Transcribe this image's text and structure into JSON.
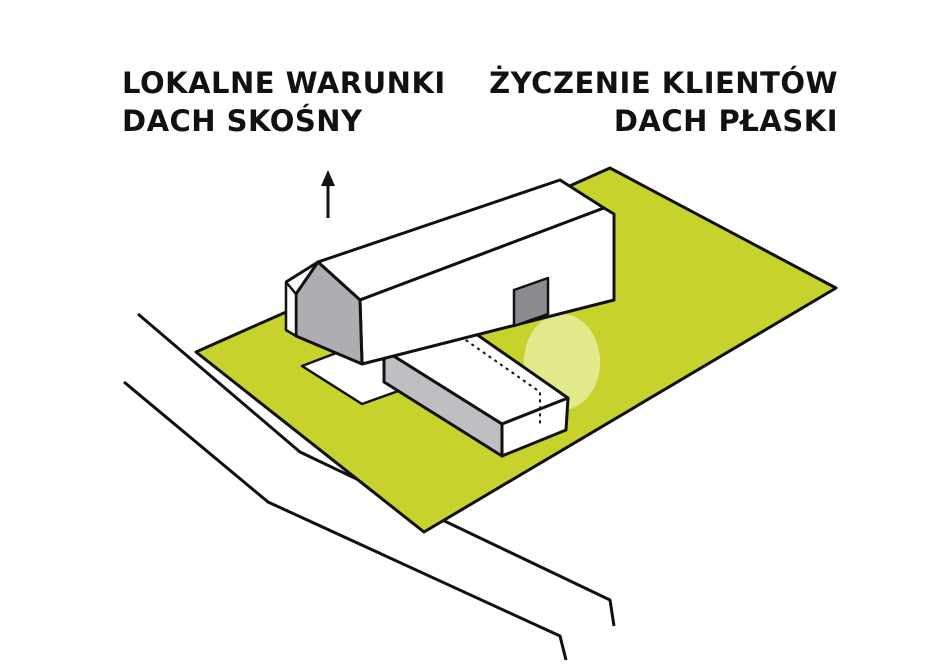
{
  "labels": {
    "left": {
      "line1": "LOKALNE WARUNKI",
      "line2": "DACH SKOŚNY"
    },
    "right": {
      "line1": "ŻYCZENIE KLIENTÓW",
      "line2": "DACH PŁASKI"
    }
  },
  "colors": {
    "plot": "#c8d22c",
    "roof_white": "#ffffff",
    "wall_shadow": "#bfbfc3",
    "gable_shade": "#aeaeb2",
    "glow": "#e8eea0",
    "ink": "#111111"
  },
  "icons": {
    "north_arrow": "arrow-up-icon"
  }
}
